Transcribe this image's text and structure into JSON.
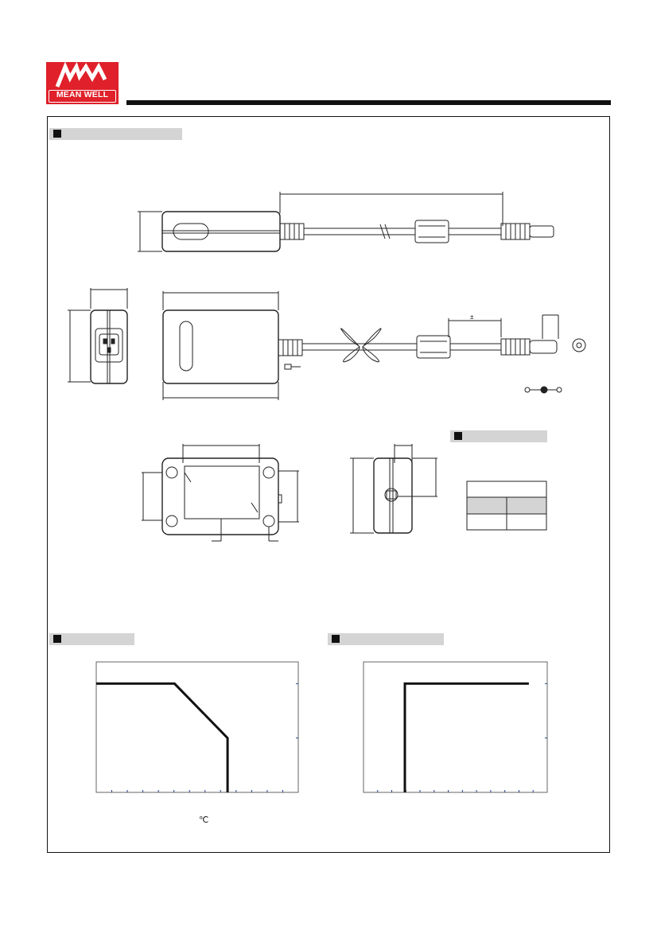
{
  "brand": {
    "logo_letters": "MW",
    "logo_text": "MEAN WELL",
    "red": "#e0202a"
  },
  "sections": {
    "mechanical": "",
    "plug": "",
    "derating": "",
    "static": ""
  },
  "drawing_marks": {
    "tolerance_symbol": "±"
  },
  "derating_chart": {
    "unit": "℃"
  },
  "chart_data": [
    {
      "type": "line",
      "series": [
        {
          "x": [
            0,
            1.55,
            2.6,
            2.6
          ],
          "y": [
            2,
            2,
            1,
            0
          ]
        }
      ],
      "xlim": [
        0,
        4
      ],
      "ylim": [
        0,
        2.4
      ],
      "grid": false
    },
    {
      "type": "line",
      "series": [
        {
          "x": [
            0.9,
            0.9,
            3.6
          ],
          "y": [
            0,
            2,
            2
          ]
        }
      ],
      "xlim": [
        0,
        4
      ],
      "ylim": [
        0,
        2.4
      ],
      "grid": false
    }
  ]
}
